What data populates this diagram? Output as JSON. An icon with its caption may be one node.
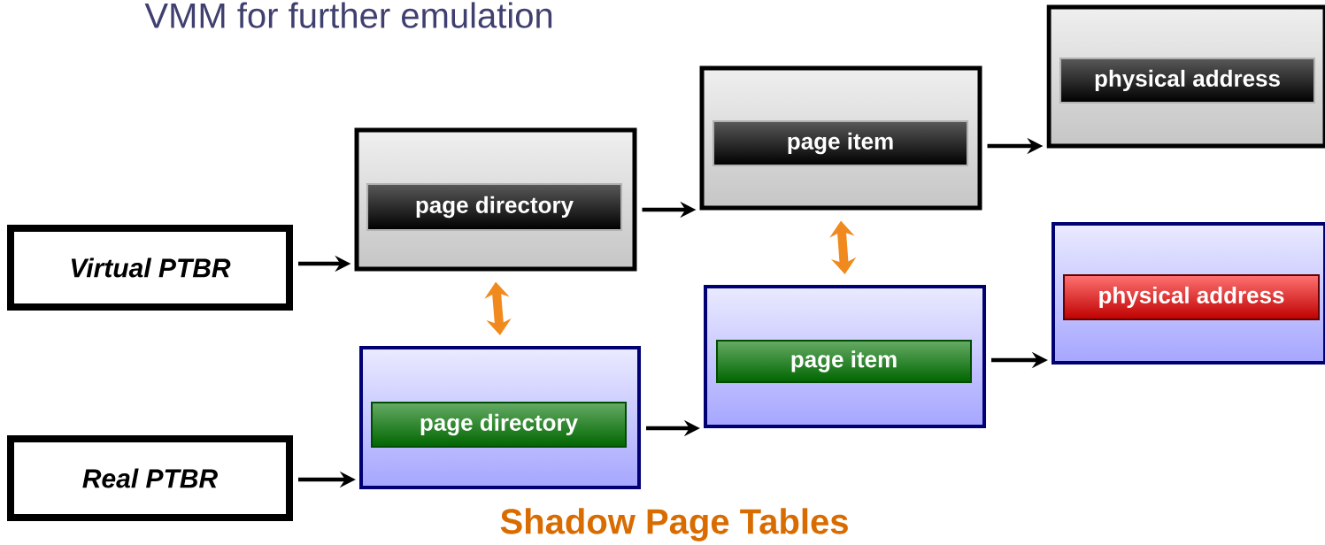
{
  "diagram": {
    "caption": "Shadow Page Tables",
    "nodes": [
      {
        "text": [
          "Virtual PTBR"
        ]
      },
      {
        "text": [
          "Real PTBR"
        ]
      },
      {
        "text": [],
        "shape": "box"
      },
      {
        "text": [
          "page directory"
        ],
        "in": 2
      },
      {
        "text": [],
        "shape": "box"
      },
      {
        "text": [
          "page item"
        ],
        "in": 4
      },
      {
        "text": [],
        "shape": "box"
      },
      {
        "text": [
          "physical address"
        ],
        "in": 6
      },
      {
        "text": [],
        "shape": "box"
      },
      {
        "text": [
          "page directory"
        ],
        "in": 8
      },
      {
        "text": [],
        "shape": "box"
      },
      {
        "text": [
          "page item"
        ],
        "in": 10
      },
      {
        "text": [],
        "shape": "box"
      },
      {
        "text": [
          "physical address"
        ],
        "in": 12
      }
    ],
    "edges": [
      {
        "from": 0,
        "to": 2,
        "arrow": "to"
      },
      {
        "from": 2,
        "to": 4,
        "arrow": "to"
      },
      {
        "from": 4,
        "to": 6,
        "arrow": "to"
      },
      {
        "from": 1,
        "to": 8,
        "arrow": "to"
      },
      {
        "from": 8,
        "to": 10,
        "arrow": "to"
      },
      {
        "from": 10,
        "to": 12,
        "arrow": "to"
      },
      {
        "from": 2,
        "to": 8,
        "arrow": "both",
        "style": "thick",
        "color": "#f08a1e"
      },
      {
        "from": 4,
        "to": 10,
        "arrow": "both",
        "style": "thick",
        "color": "#f08a1e"
      }
    ],
    "labels": [
      "VMM for further emulation"
    ]
  }
}
